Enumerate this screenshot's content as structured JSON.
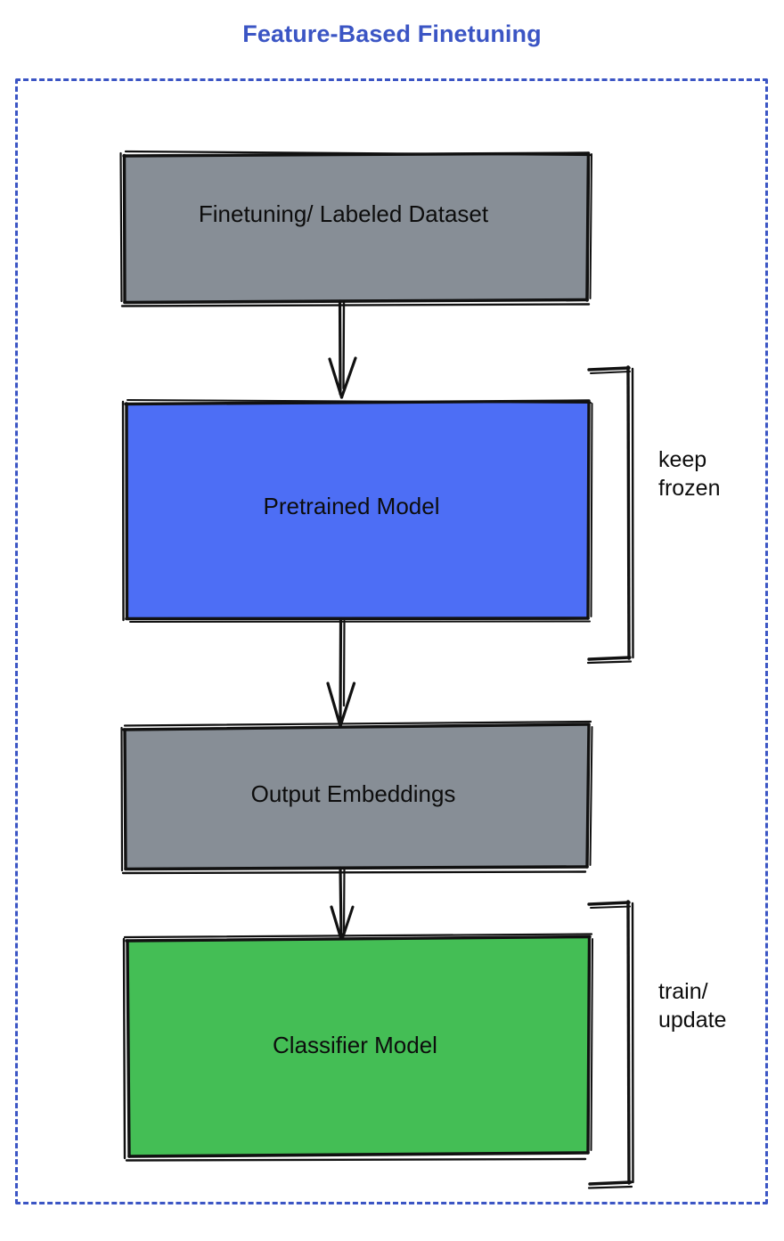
{
  "title": "Feature-Based Finetuning",
  "colors": {
    "title_blue": "#3b55c4",
    "frame_dashed": "#3b55c4",
    "gray_fill": "#878e96",
    "blue_fill": "#4d6ef5",
    "green_fill": "#44be55",
    "stroke": "#111111",
    "text": "#0d0d0d"
  },
  "nodes": [
    {
      "id": "dataset",
      "label": "Finetuning/ Labeled Dataset",
      "fill": "gray"
    },
    {
      "id": "pretrained",
      "label": "Pretrained Model",
      "fill": "blue"
    },
    {
      "id": "embeddings",
      "label": "Output Embeddings",
      "fill": "gray"
    },
    {
      "id": "classifier",
      "label": "Classifier Model",
      "fill": "green"
    }
  ],
  "brackets": [
    {
      "id": "frozen",
      "label_line1": "keep",
      "label_line2": "frozen",
      "target": "pretrained"
    },
    {
      "id": "trained",
      "label_line1": "train/",
      "label_line2": "update",
      "target": "classifier"
    }
  ],
  "edges": [
    {
      "from": "dataset",
      "to": "pretrained"
    },
    {
      "from": "pretrained",
      "to": "embeddings"
    },
    {
      "from": "embeddings",
      "to": "classifier"
    }
  ]
}
